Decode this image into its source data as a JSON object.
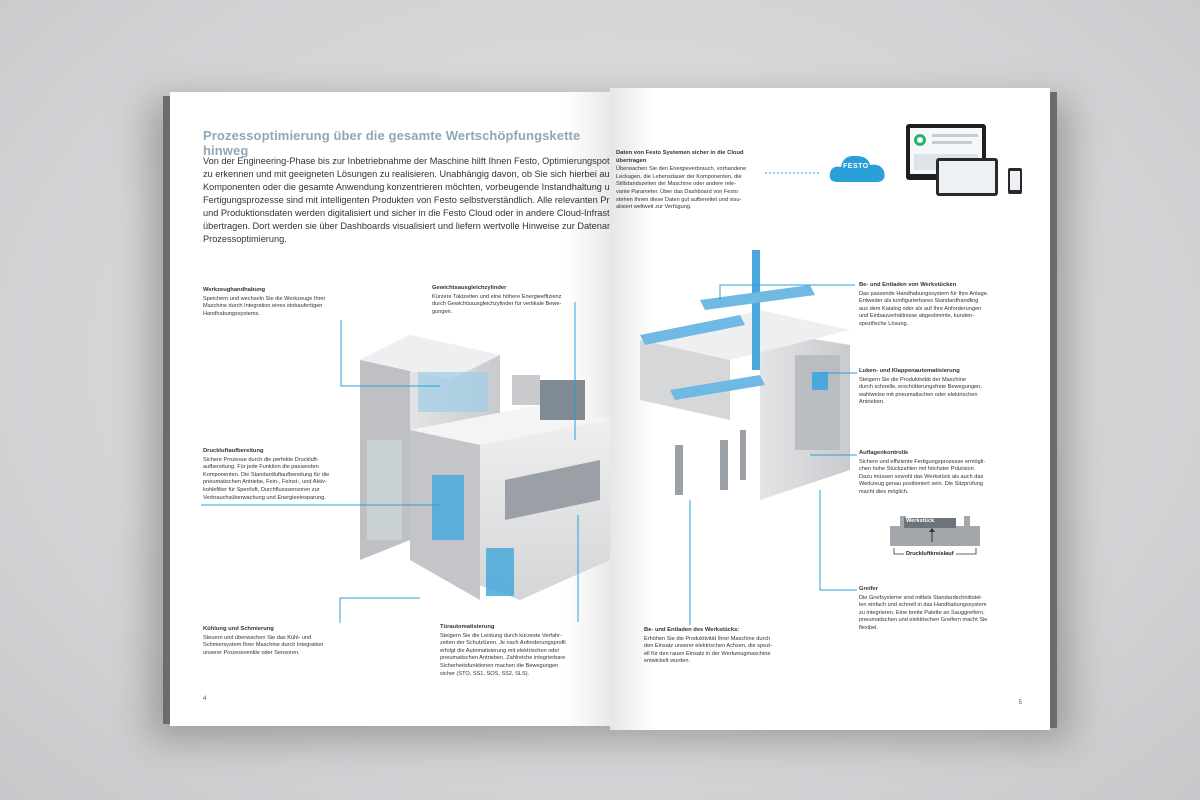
{
  "left_page": {
    "headline": "Prozessoptimierung über die gesamte Wertschöpfungskette hinweg",
    "intro_lines": [
      "Von der Engineering-Phase bis zur Inbetriebnahme der Maschine hilft Ihnen Festo, Optimierungspotenziale",
      "zu erkennen und mit geeigneten Lösungen zu realisieren. Unabhängig davon, ob Sie sich hierbei auf einzelne",
      "Komponenten oder die gesamte Anwendung konzentrieren möchten, vorbeugende Instandhaltung und sichere",
      "Fertigungsprozesse sind mit intelligenten Produkten von Festo selbstverständlich. Alle relevanten Produkt-",
      "und Produktionsdaten werden digitalisiert und sicher in die Festo Cloud oder in andere Cloud-Infrastrukturen",
      "übertragen. Dort werden sie über Dashboards visualisiert und liefern wertvolle Hinweise zur Datenanalyse und",
      "Prozessoptimierung."
    ],
    "callouts": {
      "werkzeug": {
        "title": "Werkzeughandhabung",
        "lines": [
          "Speichern und wechseln Sie die Werkzeuge Ihrer",
          "Maschine durch Integration eines einbaufertigen",
          "Handhabungssystems."
        ]
      },
      "gewicht": {
        "title": "Gewichtsausgleichzylinder",
        "lines": [
          "Kürzere Taktzeiten und eine höhere Energieeffizienz",
          "durch Gewichtsausgleichzylinder für vertikale Bewe-",
          "gungen."
        ]
      },
      "druckluft": {
        "title": "Druckluftaufbereitung",
        "lines": [
          "Sichere Prozesse durch die perfekte Druckluft-",
          "aufbereitung. Für jede Funktion die passenden",
          "Komponenten. Die Standardluftaufbereitung für die",
          "pneumatischen Antriebe, Fein-, Feinst-, und Aktiv-",
          "kohlefilter für Sperrluft, Durchflusssensoren zur",
          "Verbrauchsüberwachung und Energieeinsparung."
        ]
      },
      "kuehlung": {
        "title": "Kühlung und Schmierung",
        "lines": [
          "Steuern und überwachen Sie das Kühl- und",
          "Schmiersystem Ihrer Maschine durch Integration",
          "unserer Prozessventile oder Sensoren."
        ]
      },
      "tuer": {
        "title": "Türautomatisierung",
        "lines": [
          "Steigern Sie die Leistung durch kürzeste Verfahr-",
          "zeiten der Schutztüren. Je nach Anforderungsprofil",
          "erfolgt die Automatisierung mit elektrischen oder",
          "pneumatischen Antrieben. Zahlreiche integrierbare",
          "Sicherheitsfunktionen machen die Bewegungen",
          "sicher (STO, SS1, SOS, SS2, SLS)."
        ]
      }
    },
    "page_number": "4"
  },
  "right_page": {
    "callouts": {
      "cloud": {
        "title_lines": [
          "Daten von Festo Systemen sicher in die Cloud",
          "übertragen"
        ],
        "lines": [
          "Überwachen Sie den Energieverbrauch, vorhandene",
          "Leckagen, die Lebensdauer der Komponenten, die",
          "Stillstandszeiten der Maschine oder andere rele-",
          "vante Parameter. Über das Dashboard von Festo",
          "stehen Ihnen diese Daten gut aufbereitet und visu-",
          "alisiert weltweit zur Verfügung."
        ]
      },
      "beladen": {
        "title": "Be- und Entladen von Werkstücken",
        "lines": [
          "Das passende Handhabungssystem für Ihre Anlage.",
          "Entweder als konfigurierbares Standardhandling",
          "aus dem Katalog oder als auf Ihre Anforderungen",
          "und Einbauverhältnisse abgestimmte, kunden-",
          "spezifische Lösung."
        ]
      },
      "luken": {
        "title": "Luken- und Klappenautomatisierung",
        "lines": [
          "Steigern Sie die Produktivität der Maschine",
          "durch schnelle, erschütterungsfreie Bewegungen,",
          "wahlweise mit pneumatischen oder elektrischen",
          "Antrieben."
        ]
      },
      "auflage": {
        "title": "Auflagenkontrolle",
        "lines": [
          "Sichere und effiziente Fertigungsprozesse ermögli-",
          "chen hohe Stückzahlen mit höchster Präzision.",
          "Dazu müssen sowohl das Werkstück als auch das",
          "Werkzeug genau positioniert sein. Die Sitzprüfung",
          "macht dies möglich."
        ]
      },
      "greifer": {
        "title": "Greifer",
        "lines": [
          "Die Greifsysteme sind mittels Standardschnittstel-",
          "len einfach und schnell in das Handhabungssystem",
          "zu integrieren. Eine breite Palette an Sauggreifern,",
          "pneumatischen und elektrischen Greifern macht Sie",
          "flexibel."
        ]
      },
      "werkstueck": {
        "title": "Be- und Entladen des Werkstücks:",
        "lines": [
          "Erhöhen Sie die Produktivität Ihrer Maschine durch",
          "den Einsatz unserer elektrischen Achsen, die spezi-",
          "ell für den rauen Einsatz in der Werkzeugmaschine",
          "entwickelt wurden."
        ]
      }
    },
    "diagram": {
      "workpiece_label": "Werkstück",
      "air_label": "Druckluftkreislauf"
    },
    "cloud_label": "FESTO",
    "page_number": "5"
  },
  "colors": {
    "accent": "#29a0d8",
    "headline": "#8fa7b7",
    "machine": "#d9dadc"
  }
}
